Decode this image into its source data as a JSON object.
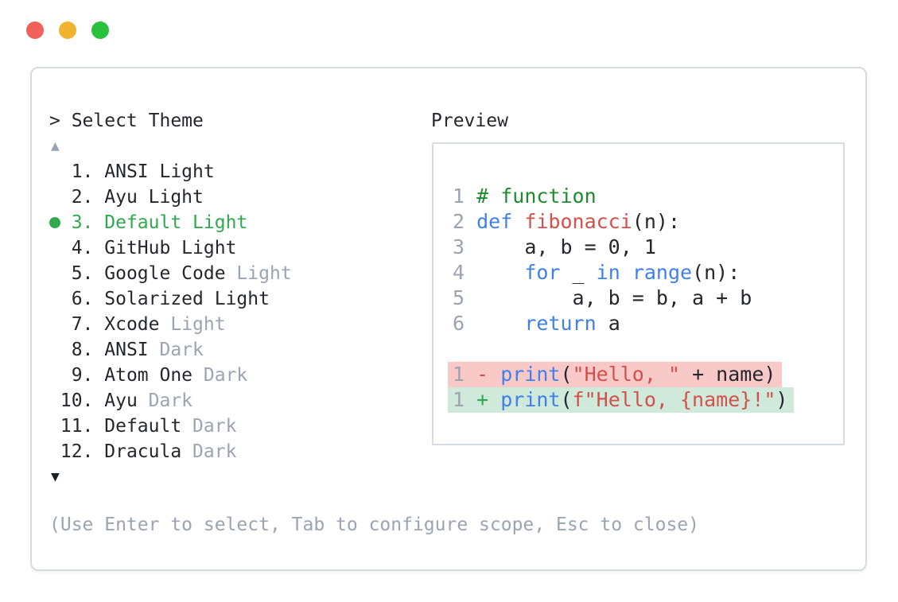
{
  "colors": {
    "traffic_red": "#f2605c",
    "traffic_yellow": "#f0b42e",
    "traffic_green": "#27c13c",
    "accent_green": "#2fa84e",
    "comment_green": "#1e8c2e",
    "keyword_blue": "#4080ee",
    "literal_red": "#d5504c",
    "text_dark": "#24272e",
    "muted_gray": "#9aa4b2",
    "removed_bg": "#f9c9c7",
    "added_bg": "#cfe9da",
    "border_gray": "#d7dbe2"
  },
  "selector": {
    "title": "> Select Theme",
    "scroll_up_icon": "▲",
    "scroll_down_icon": "▼",
    "help_text": "(Use Enter to select, Tab to configure scope, Esc to close)",
    "themes": [
      {
        "num": "1",
        "name": "ANSI Light",
        "muted_suffix": "",
        "selected": false
      },
      {
        "num": "2",
        "name": "Ayu Light",
        "muted_suffix": "",
        "selected": false
      },
      {
        "num": "3",
        "name": "Default Light",
        "muted_suffix": "",
        "selected": true
      },
      {
        "num": "4",
        "name": "GitHub Light",
        "muted_suffix": "",
        "selected": false
      },
      {
        "num": "5",
        "name": "Google Code",
        "muted_suffix": "Light",
        "selected": false
      },
      {
        "num": "6",
        "name": "Solarized Light",
        "muted_suffix": "",
        "selected": false
      },
      {
        "num": "7",
        "name": "Xcode",
        "muted_suffix": "Light",
        "selected": false
      },
      {
        "num": "8",
        "name": "ANSI",
        "muted_suffix": "Dark",
        "selected": false
      },
      {
        "num": "9",
        "name": "Atom One",
        "muted_suffix": "Dark",
        "selected": false
      },
      {
        "num": "10",
        "name": "Ayu",
        "muted_suffix": "Dark",
        "selected": false
      },
      {
        "num": "11",
        "name": "Default",
        "muted_suffix": "Dark",
        "selected": false
      },
      {
        "num": "12",
        "name": "Dracula",
        "muted_suffix": "Dark",
        "selected": false
      }
    ]
  },
  "preview": {
    "label": "Preview",
    "code_lines": [
      {
        "num": "1",
        "diff": "",
        "tokens": [
          {
            "t": "# function",
            "c": "comment"
          }
        ]
      },
      {
        "num": "2",
        "diff": "",
        "tokens": [
          {
            "t": "def",
            "c": "kw"
          },
          {
            "t": " ",
            "c": "plain"
          },
          {
            "t": "fibonacci",
            "c": "fname"
          },
          {
            "t": "(n):",
            "c": "plain"
          }
        ]
      },
      {
        "num": "3",
        "diff": "",
        "tokens": [
          {
            "t": "    a, b = 0, 1",
            "c": "plain"
          }
        ]
      },
      {
        "num": "4",
        "diff": "",
        "tokens": [
          {
            "t": "    ",
            "c": "plain"
          },
          {
            "t": "for",
            "c": "kw"
          },
          {
            "t": " _ ",
            "c": "plain"
          },
          {
            "t": "in",
            "c": "kw"
          },
          {
            "t": " ",
            "c": "plain"
          },
          {
            "t": "range",
            "c": "kw"
          },
          {
            "t": "(n):",
            "c": "plain"
          }
        ]
      },
      {
        "num": "5",
        "diff": "",
        "tokens": [
          {
            "t": "        a, b = b, a + b",
            "c": "plain"
          }
        ]
      },
      {
        "num": "6",
        "diff": "",
        "tokens": [
          {
            "t": "    ",
            "c": "plain"
          },
          {
            "t": "return",
            "c": "kw"
          },
          {
            "t": " a",
            "c": "plain"
          }
        ]
      },
      {
        "num": "",
        "diff": "",
        "tokens": []
      },
      {
        "num": "1",
        "diff": "removed",
        "tokens": [
          {
            "t": "- ",
            "c": "minus"
          },
          {
            "t": "print",
            "c": "kw"
          },
          {
            "t": "(",
            "c": "plain"
          },
          {
            "t": "\"Hello, \"",
            "c": "str"
          },
          {
            "t": " + name)",
            "c": "plain"
          }
        ]
      },
      {
        "num": "1",
        "diff": "added",
        "tokens": [
          {
            "t": "+ ",
            "c": "plus"
          },
          {
            "t": "print",
            "c": "kw"
          },
          {
            "t": "(",
            "c": "plain"
          },
          {
            "t": "f\"Hello, {name}!\"",
            "c": "str"
          },
          {
            "t": ")",
            "c": "plain"
          }
        ]
      }
    ]
  }
}
